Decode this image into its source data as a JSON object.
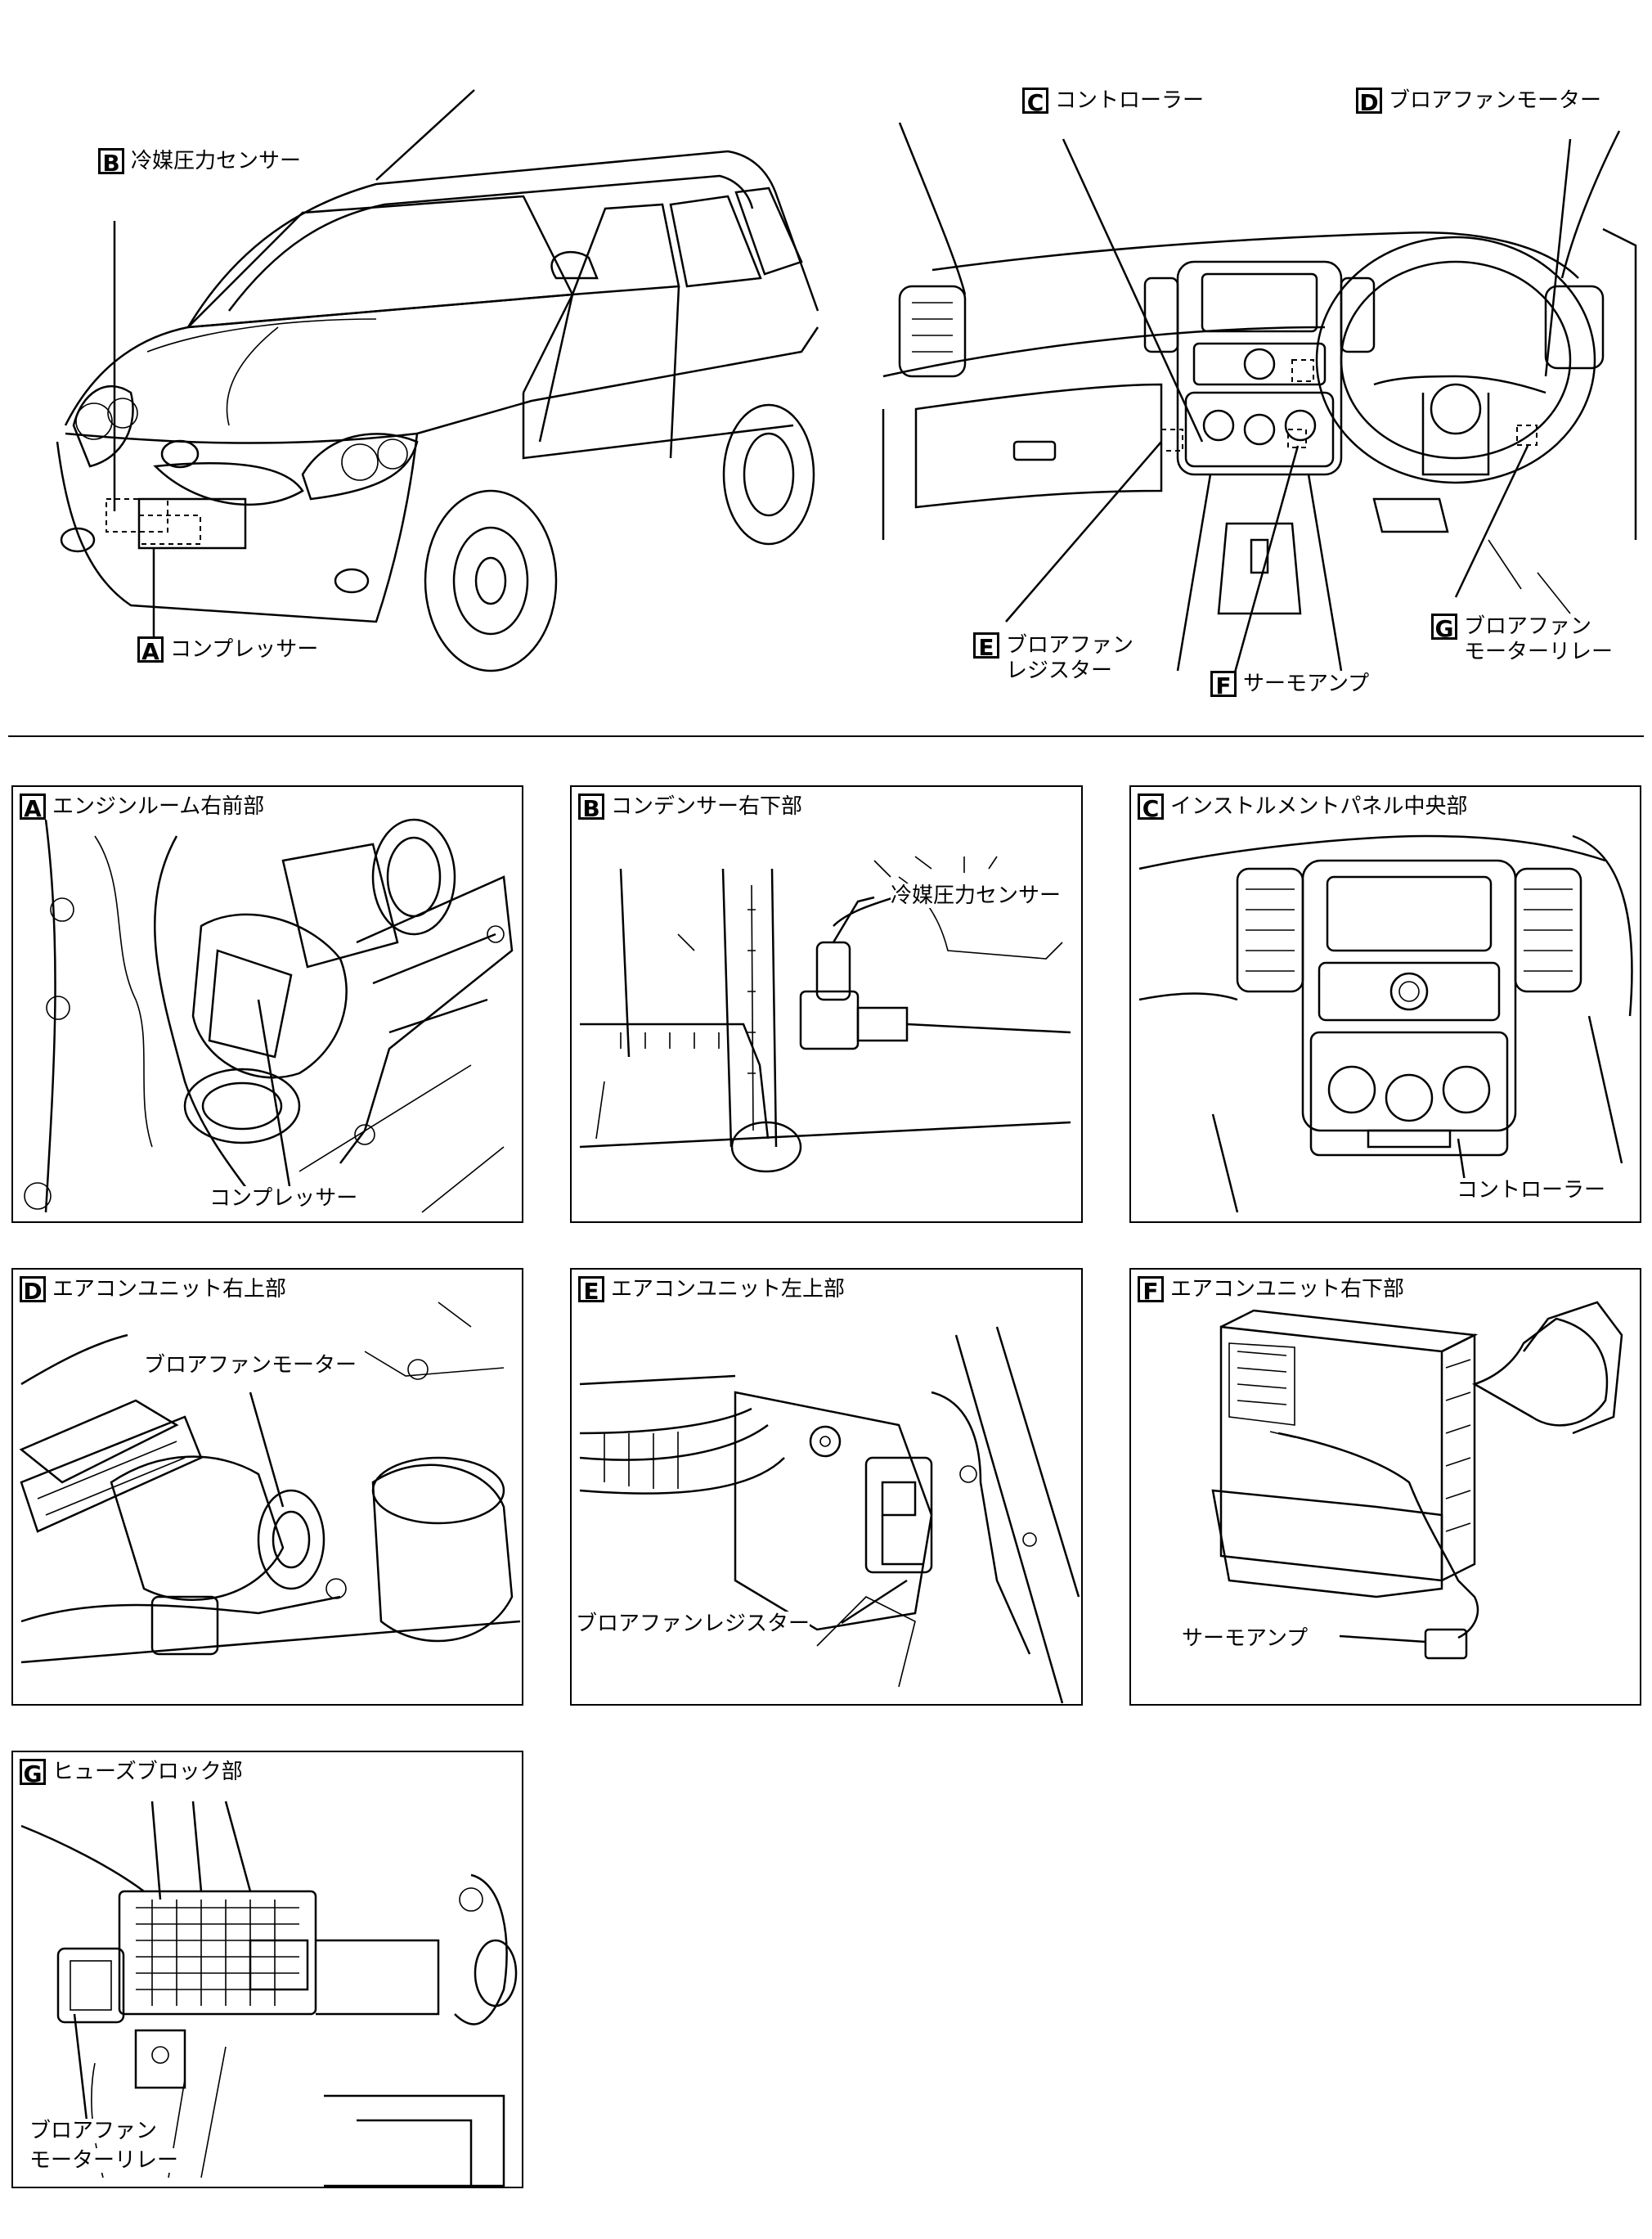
{
  "overview": {
    "car_labels": {
      "B": {
        "badge": "B",
        "text": "冷媒圧力センサー"
      },
      "A": {
        "badge": "A",
        "text": "コンプレッサー"
      }
    },
    "dash_labels": {
      "C": {
        "badge": "C",
        "text": "コントローラー"
      },
      "D": {
        "badge": "D",
        "text": "ブロアファンモーター"
      },
      "E": {
        "badge": "E",
        "line1": "ブロアファン",
        "line2": "レジスター"
      },
      "F": {
        "badge": "F",
        "text": "サーモアンプ"
      },
      "G": {
        "badge": "G",
        "line1": "ブロアファン",
        "line2": "モーターリレー"
      }
    }
  },
  "panels": {
    "A": {
      "badge": "A",
      "title": "エンジンルーム右前部",
      "callout": "コンプレッサー"
    },
    "B": {
      "badge": "B",
      "title": "コンデンサー右下部",
      "callout": "冷媒圧力センサー"
    },
    "C": {
      "badge": "C",
      "title": "インストルメントパネル中央部",
      "callout": "コントローラー"
    },
    "D": {
      "badge": "D",
      "title": "エアコンユニット右上部",
      "callout": "ブロアファンモーター"
    },
    "E": {
      "badge": "E",
      "title": "エアコンユニット左上部",
      "callout": "ブロアファンレジスター"
    },
    "F": {
      "badge": "F",
      "title": "エアコンユニット右下部",
      "callout": "サーモアンプ"
    },
    "G": {
      "badge": "G",
      "title": "ヒューズブロック部",
      "callout_line1": "ブロアファン",
      "callout_line2": "モーターリレー"
    }
  }
}
